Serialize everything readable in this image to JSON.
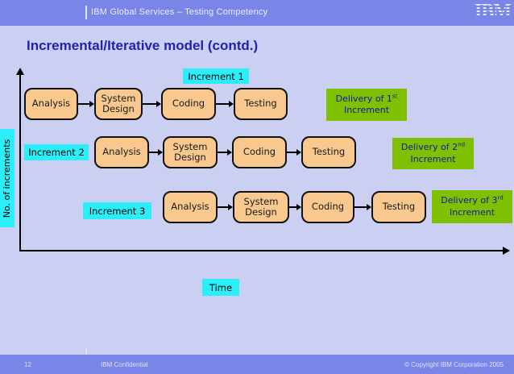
{
  "header": {
    "title": "IBM Global Services – Testing Competency",
    "logo_text": "IBM"
  },
  "slide_title": "Incremental/Iterative model (contd.)",
  "diagram": {
    "y_axis_label": "No. of increments",
    "x_axis_label": "Time",
    "rows": [
      {
        "increment_label": "Increment 1",
        "steps": [
          "Analysis",
          "System Design",
          "Coding",
          "Testing"
        ],
        "delivery": {
          "line1": "Delivery of 1",
          "ordinal": "st",
          "line2": "Increment"
        }
      },
      {
        "increment_label": "Increment 2",
        "steps": [
          "Analysis",
          "System Design",
          "Coding",
          "Testing"
        ],
        "delivery": {
          "line1": "Delivery of 2",
          "ordinal": "nd",
          "line2": "Increment"
        }
      },
      {
        "increment_label": "Increment 3",
        "steps": [
          "Analysis",
          "System Design",
          "Coding",
          "Testing"
        ],
        "delivery": {
          "line1": "Delivery of 3",
          "ordinal": "rd",
          "line2": "Increment"
        }
      }
    ]
  },
  "footer": {
    "page_number": "12",
    "classification": "IBM Confidential",
    "copyright": "© Copyright IBM Corporation 2005"
  },
  "colors": {
    "bar_blue": "#7a85e8",
    "background": "#cbcff2",
    "process_box": "#f8c88e",
    "cyan_label": "#2beef8",
    "delivery_green": "#80c002",
    "title_text": "#2222b2",
    "delivery_text": "#16169a"
  }
}
